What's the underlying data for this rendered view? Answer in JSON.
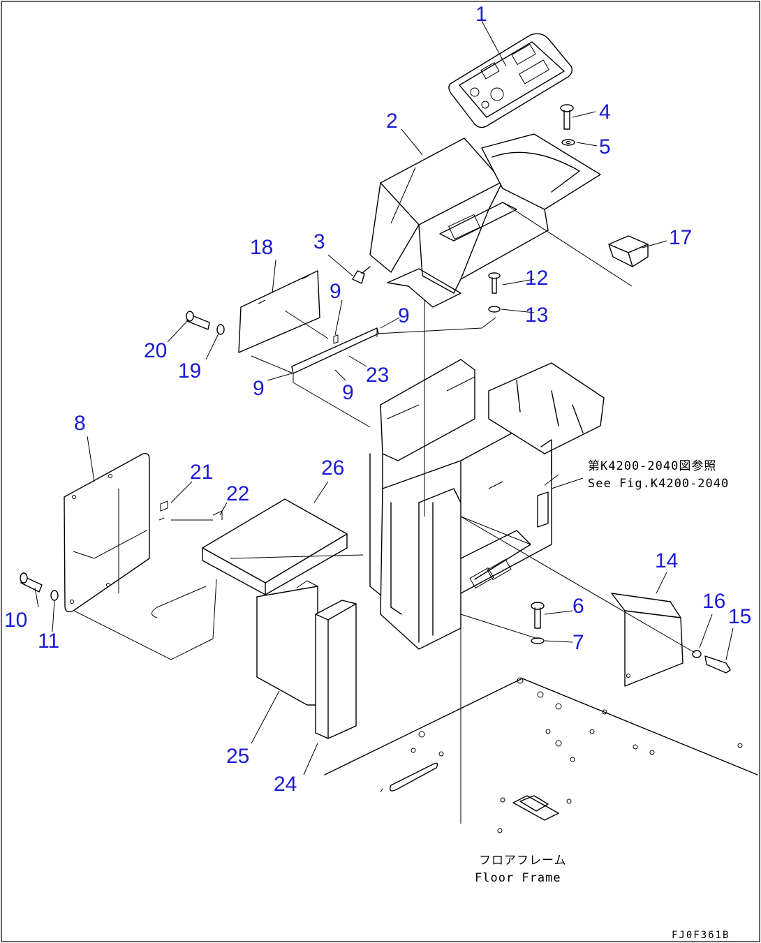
{
  "callouts": [
    {
      "id": "c1",
      "text": "1"
    },
    {
      "id": "c2",
      "text": "2"
    },
    {
      "id": "c3",
      "text": "3"
    },
    {
      "id": "c4",
      "text": "4"
    },
    {
      "id": "c5",
      "text": "5"
    },
    {
      "id": "c6",
      "text": "6"
    },
    {
      "id": "c7",
      "text": "7"
    },
    {
      "id": "c8",
      "text": "8"
    },
    {
      "id": "c9a",
      "text": "9"
    },
    {
      "id": "c9b",
      "text": "9"
    },
    {
      "id": "c9c",
      "text": "9"
    },
    {
      "id": "c9d",
      "text": "9"
    },
    {
      "id": "c10",
      "text": "10"
    },
    {
      "id": "c11",
      "text": "11"
    },
    {
      "id": "c12",
      "text": "12"
    },
    {
      "id": "c13",
      "text": "13"
    },
    {
      "id": "c14",
      "text": "14"
    },
    {
      "id": "c15",
      "text": "15"
    },
    {
      "id": "c16",
      "text": "16"
    },
    {
      "id": "c17",
      "text": "17"
    },
    {
      "id": "c18",
      "text": "18"
    },
    {
      "id": "c19",
      "text": "19"
    },
    {
      "id": "c20",
      "text": "20"
    },
    {
      "id": "c21",
      "text": "21"
    },
    {
      "id": "c22",
      "text": "22"
    },
    {
      "id": "c23",
      "text": "23"
    },
    {
      "id": "c24",
      "text": "24"
    },
    {
      "id": "c25",
      "text": "25"
    },
    {
      "id": "c26",
      "text": "26"
    }
  ],
  "notes": {
    "reference_jp": "第K4200-2040図参照",
    "reference_en": "See Fig.K4200-2040",
    "floor_jp": "フロアフレーム",
    "floor_en": "Floor Frame"
  },
  "drawing_code": "FJ0F361B"
}
